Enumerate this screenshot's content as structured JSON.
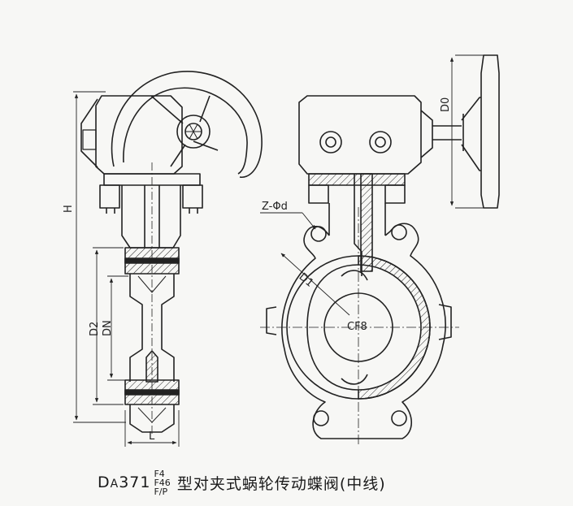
{
  "labels": {
    "H": "H",
    "D2": "D2",
    "DN": "DN",
    "L": "L",
    "D0": "D0",
    "D1": "D1",
    "ZPhid": "Z-Φd",
    "center": "CF8"
  },
  "caption": {
    "prefix": "D",
    "prefix_sub": "A",
    "code": "371",
    "seal_options": [
      "F4",
      "F46",
      "F/P"
    ],
    "title": "型对夹式蜗轮传动蝶阀(中线)"
  },
  "colors": {
    "line": "#222222",
    "paper": "#f7f7f5"
  }
}
